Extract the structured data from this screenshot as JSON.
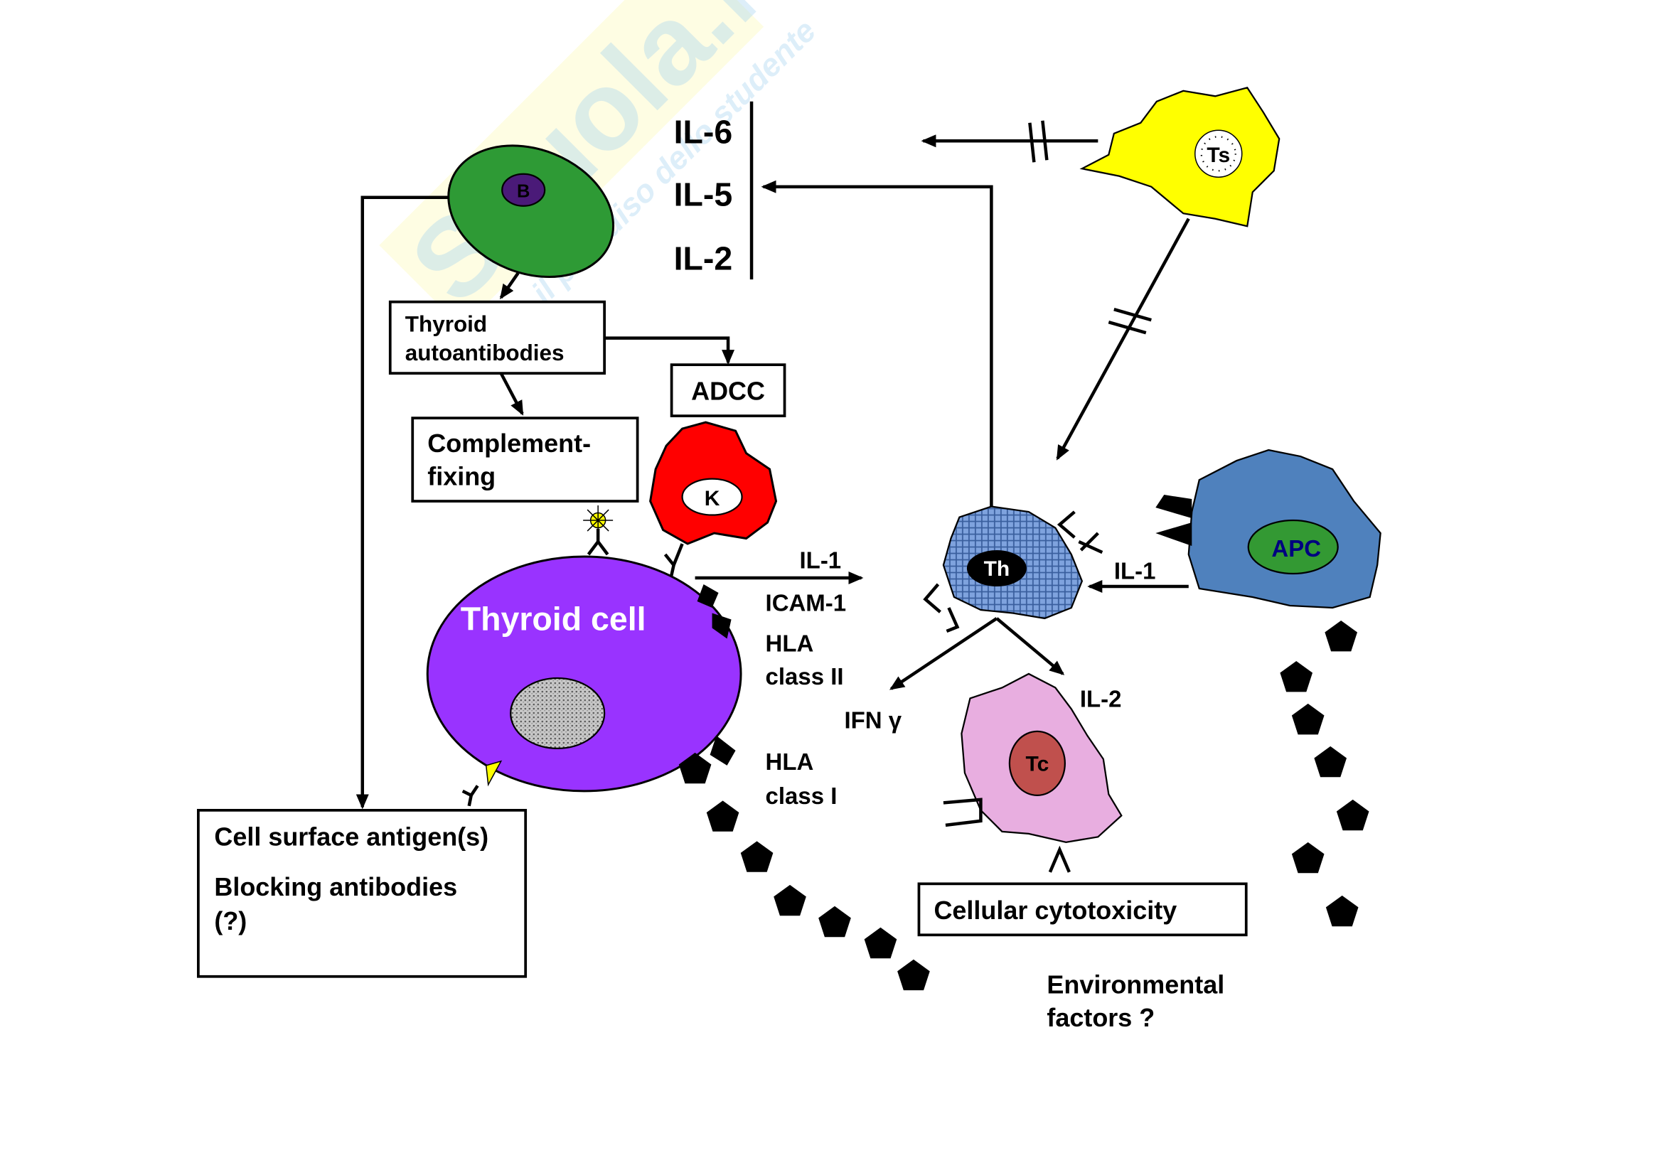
{
  "watermark": {
    "brand": "Skuola.net",
    "tagline": "il paradiso dello studente"
  },
  "cells": {
    "b_cell": {
      "label": "B",
      "color": "#2e9a35",
      "nucleus_color": "#4a1a78"
    },
    "k_cell": {
      "label": "K",
      "color": "#ff0000"
    },
    "thyroid_cell": {
      "label": "Thyroid cell",
      "color": "#9933ff"
    },
    "ts_cell": {
      "label": "Ts",
      "color": "#ffff00"
    },
    "th_cell": {
      "label": "Th",
      "color": "#6f95d6"
    },
    "apc_cell": {
      "label": "APC",
      "color": "#4f81bd",
      "nucleus_color": "#339933",
      "label_color": "#000080"
    },
    "tc_cell": {
      "label": "Tc",
      "color": "#e8aee0",
      "nucleus_color": "#c0504d"
    }
  },
  "boxes": {
    "thyroid_autoantibodies": [
      "Thyroid",
      "autoantibodies"
    ],
    "adcc": "ADCC",
    "complement_fixing": [
      "Complement-",
      "fixing"
    ],
    "cell_surface": [
      "Cell surface antigen(s)",
      "Blocking antibodies",
      "(?)"
    ],
    "cellular_cytotoxicity": "Cellular cytotoxicity"
  },
  "cytokines": {
    "il6": "IL-6",
    "il5": "IL-5",
    "il2_top": "IL-2"
  },
  "labels": {
    "il1_left": "IL-1",
    "icam1": "ICAM-1",
    "hla_class2": [
      "HLA",
      "class II"
    ],
    "ifn": "IFN γ",
    "hla_class1": [
      "HLA",
      "class I"
    ],
    "il2_tc": "IL-2",
    "il1_apc": "IL-1",
    "environmental": [
      "Environmental",
      "factors ?"
    ]
  }
}
